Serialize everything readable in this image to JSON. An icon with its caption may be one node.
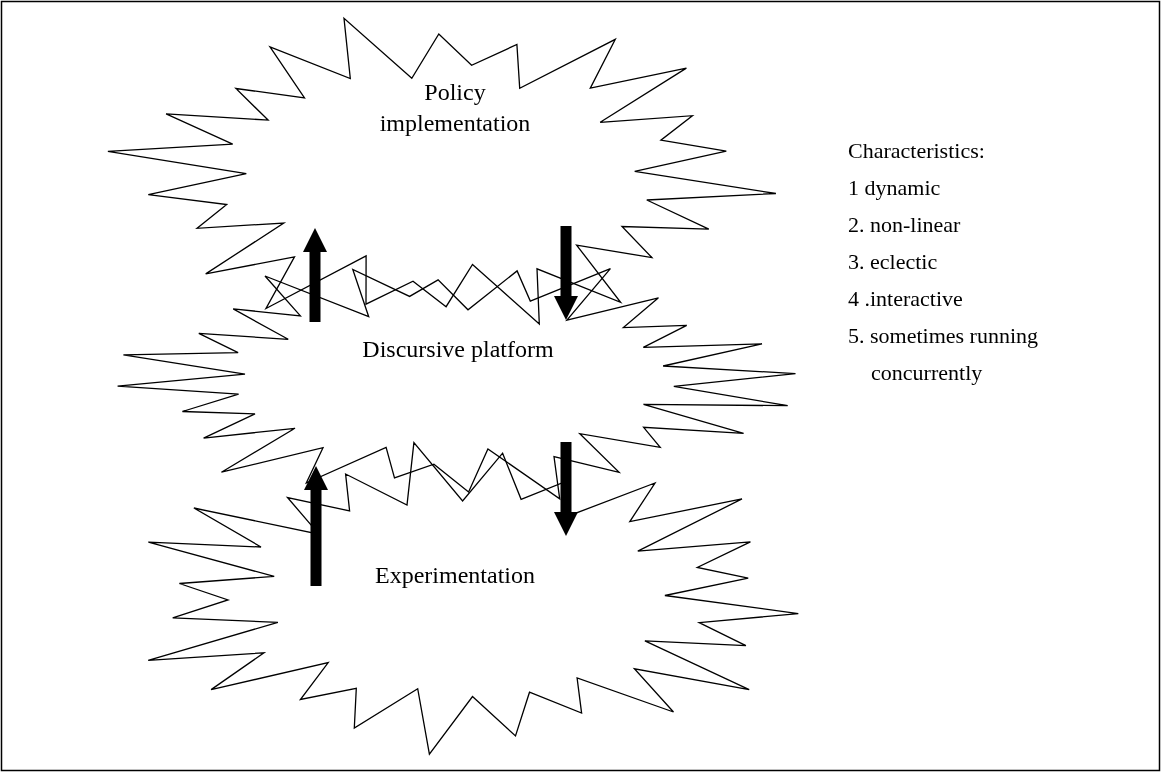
{
  "diagram": {
    "nodes": [
      {
        "text": [
          "Policy implementation"
        ]
      },
      {
        "text": [
          "Discursive platform"
        ]
      },
      {
        "text": [
          "Experimentation"
        ]
      }
    ],
    "edges": [
      {
        "from": 1,
        "to": 0,
        "arrow": "to"
      },
      {
        "from": 0,
        "to": 1,
        "arrow": "to"
      },
      {
        "from": 2,
        "to": 1,
        "arrow": "to"
      },
      {
        "from": 1,
        "to": 2,
        "arrow": "to"
      }
    ],
    "labels": [
      "Characteristics:",
      "1 dynamic",
      "2. non-linear",
      "3. eclectic",
      "4 .interactive",
      "5. sometimes running concurrently"
    ]
  }
}
